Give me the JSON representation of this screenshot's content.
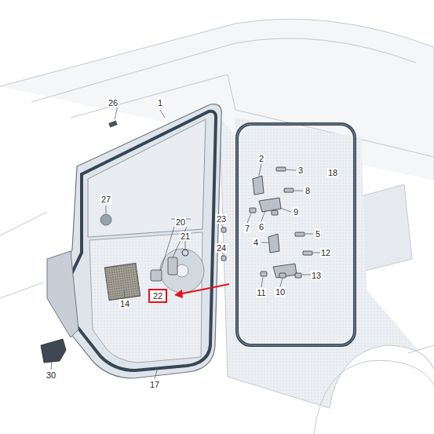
{
  "diagram": {
    "nodes": [
      {
        "text": [
          "22"
        ]
      }
    ],
    "labels": [
      "26",
      "1",
      "2",
      "3",
      "18",
      "8",
      "9",
      "7",
      "6",
      "27",
      "20",
      "21",
      "23",
      "5",
      "4",
      "12",
      "24",
      "14",
      "11",
      "10",
      "13",
      "30",
      "17"
    ]
  }
}
